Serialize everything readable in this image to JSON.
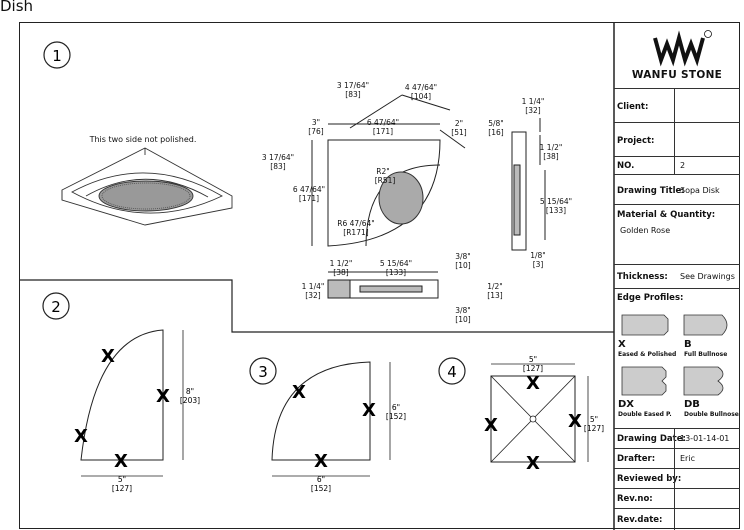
{
  "header": {
    "title": "Dish"
  },
  "brand": {
    "name": "WANFU STONE",
    "reg": "®"
  },
  "title_block": {
    "client_label": "Client:",
    "project_label": "Project:",
    "no_label": "NO.",
    "no_value": "2",
    "drawing_title_label": "Drawing Title:",
    "drawing_title_value": "Sopa Disk",
    "material_label": "Material & Quantity:",
    "material_value": "Golden Rose",
    "thickness_label": "Thickness:",
    "thickness_value": "See Drawings",
    "edge_profiles_label": "Edge Profiles:",
    "edges": [
      {
        "code": "X",
        "desc": "Eased & Polished"
      },
      {
        "code": "B",
        "desc": "Full Bullnose"
      },
      {
        "code": "DX",
        "desc": "Double Eased P."
      },
      {
        "code": "DB",
        "desc": "Double Bullnose"
      }
    ],
    "drawing_date_label": "Drawing Date:",
    "drawing_date_value": "13-01-14-01",
    "drafter_label": "Drafter:",
    "drafter_value": "Eric",
    "reviewed_label": "Reviewed by:",
    "revno_label": "Rev.no:",
    "revdate_label": "Rev.date:"
  },
  "views": {
    "v1": {
      "num": "1",
      "note": "This two side not polished.",
      "d_3_17_64": "3 17/64\"",
      "d_83": "[83]",
      "d_4_47_64": "4 47/64\"",
      "d_104": "[104]",
      "d_3": "3\"",
      "d_76": "[76]",
      "d_6_47_64_top": "6 47/64\"",
      "d_171_top": "[171]",
      "d_2": "2\"",
      "d_51": "[51]",
      "d_3_17_64_l": "3 17/64\"",
      "d_83_l": "[83]",
      "d_6_47_64_l": "6 47/64\"",
      "d_171_l": "[171]",
      "r2": "R2\"",
      "r2mm": "[R51]",
      "r6": "R6 47/64\"",
      "r6mm": "[R171]",
      "s_1_1_4": "1 1/4\"",
      "s_32": "[32]",
      "s_5_8": "5/8\"",
      "s_16": "[16]",
      "s_1_1_2": "1 1/2\"",
      "s_38": "[38]",
      "s_5_15_64": "5 15/64\"",
      "s_133": "[133]",
      "s_1_8": "1/8\"",
      "s_3": "[3]",
      "b_1_1_2": "1 1/2\"",
      "b_38": "[38]",
      "b_5_15_64": "5 15/64\"",
      "b_133": "[133]",
      "b_3_8_top": "3/8\"",
      "b_10_top": "[10]",
      "b_1_1_4": "1 1/4\"",
      "b_32": "[32]",
      "b_1_2": "1/2\"",
      "b_13": "[13]",
      "b_3_8_bot": "3/8\"",
      "b_10_bot": "[10]"
    },
    "v2": {
      "num": "2",
      "h": "8\"",
      "hmm": "[203]",
      "w": "5\"",
      "wmm": "[127]"
    },
    "v3": {
      "num": "3",
      "h": "6\"",
      "hmm": "[152]",
      "w": "6\"",
      "wmm": "[152]"
    },
    "v4": {
      "num": "4",
      "w": "5\"",
      "wmm": "[127]",
      "h": "5\"",
      "hmm": "[127]"
    }
  }
}
